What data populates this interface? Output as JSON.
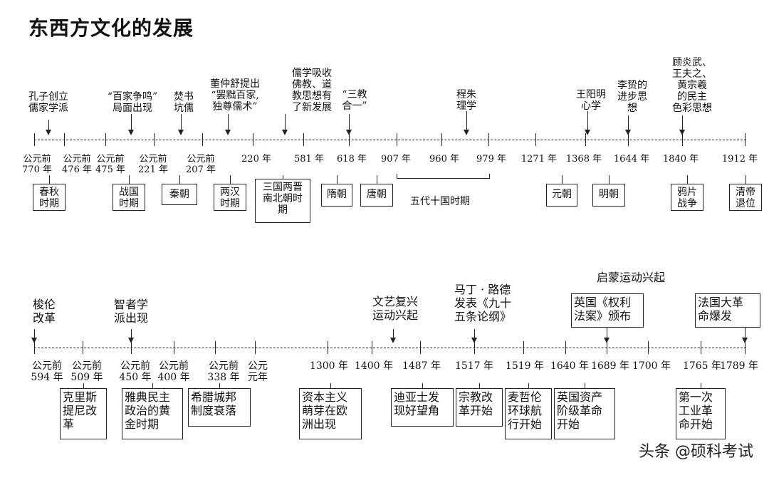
{
  "title": "东西方文化的发展",
  "top": {
    "dates": [
      "公元前\n770 年",
      "公元前\n476 年",
      "公元前\n475 年",
      "公元前\n221 年",
      "公元前\n207 年",
      "220 年",
      "581 年",
      "618 年",
      "907 年",
      "960 年",
      "979 年",
      "1271 年",
      "1368 年",
      "1644 年",
      "1840 年",
      "1912 年"
    ],
    "events": [
      "孔子创立\n儒家学派",
      "“百家争鸣”\n局面出现",
      "焚书\n坑儒",
      "董仲舒提出\n“罢黜百家,\n独尊儒术”",
      "儒学吸收\n佛教、道\n教思想有\n了新发展",
      "“三教\n合一”",
      "程朱\n理学",
      "王阳明\n心学",
      "李贽的\n进步思\n想",
      "顾炎武、\n王夫之、\n黄宗羲\n的民主\n色彩思想"
    ],
    "periods": [
      "春秋\n时期",
      "战国\n时期",
      "秦朝",
      "两汉\n时期",
      "三国两晋\n南北朝时\n期",
      "隋朝",
      "唐朝",
      "元朝",
      "明朝",
      "鸦片\n战争",
      "清帝\n退位"
    ],
    "brace_label": "五代十国时期"
  },
  "bottom": {
    "dates": [
      "公元前\n594 年",
      "公元前\n509 年",
      "公元前\n450 年",
      "公元前\n400 年",
      "公元前\n338 年",
      "公元\n元年",
      "1300 年",
      "1400 年",
      "1487 年",
      "1517 年",
      "1519 年",
      "1640 年",
      "1689 年",
      "1700 年",
      "1765 年",
      "1789 年"
    ],
    "events": [
      "梭伦\n改革",
      "智者学\n派出现",
      "文艺复兴\n运动兴起",
      "马丁 · 路德\n发表《九十\n五条论纲》"
    ],
    "boxed_events": [
      "英国《权利\n法案》颁布",
      "法国大革\n命爆发"
    ],
    "header": "启蒙运动兴起",
    "periods": [
      "克里斯\n提尼改\n革",
      "雅典民主\n政治的黄\n金时期",
      "希腊城邦\n制度衰落",
      "资本主义\n萌芽在欧\n洲出现",
      "迪亚士发\n现好望角",
      "宗教改\n革开始",
      "麦哲伦\n环球航\n行开始",
      "英国资产\n阶级革命\n开始",
      "第一次\n工业革\n命开始"
    ]
  },
  "watermark": "头条 @硕科考试"
}
